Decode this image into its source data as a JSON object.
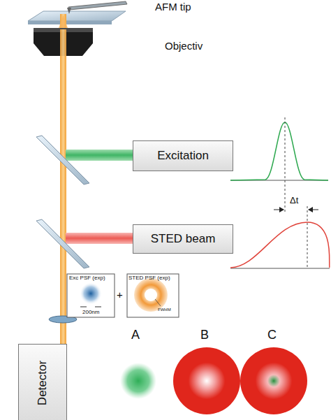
{
  "diagram": {
    "nodes": [
      {
        "text": [
          "Excitation"
        ]
      },
      {
        "text": [
          "STED beam"
        ]
      },
      {
        "text": [
          "Detector"
        ]
      }
    ],
    "labels": [
      "AFM tip",
      "Objectiv",
      "Δt",
      "Exc PSF (exp)",
      "200nm",
      "+",
      "STED PSF (exp)",
      "FWHM",
      "A",
      "B",
      "C"
    ]
  }
}
